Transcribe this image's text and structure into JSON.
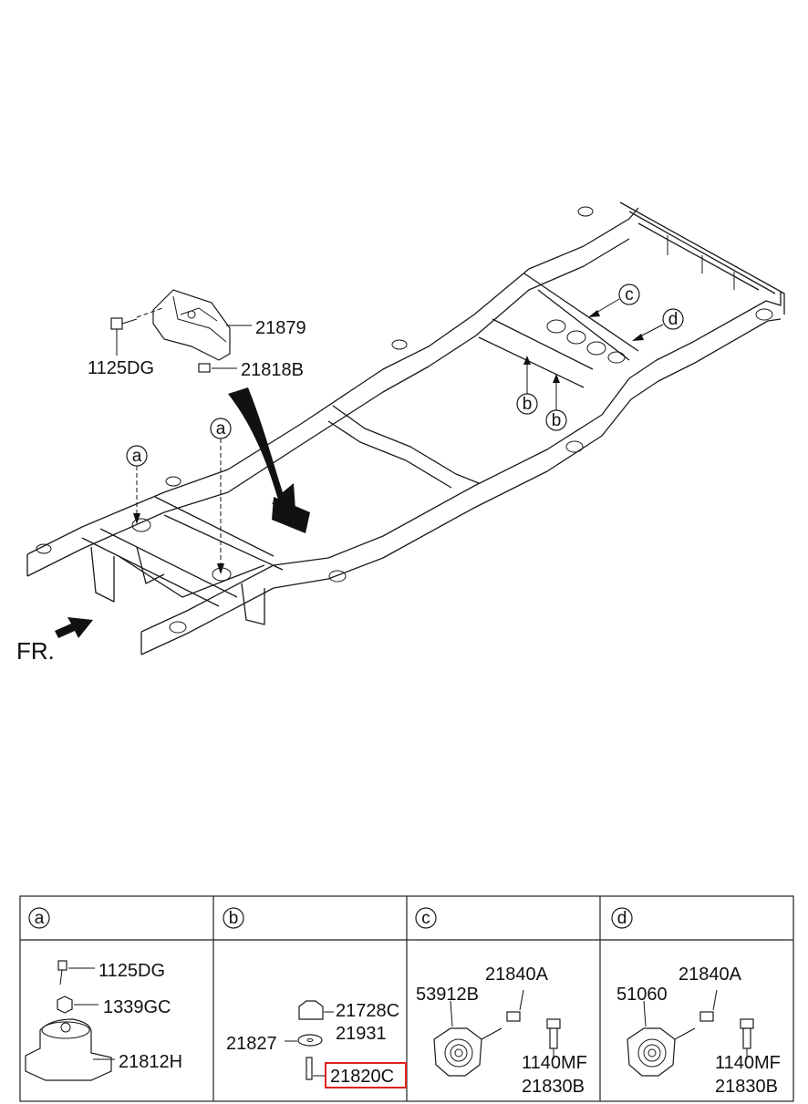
{
  "direction": {
    "label": "FR."
  },
  "callouts": {
    "a": "a",
    "b": "b",
    "c": "c",
    "d": "d"
  },
  "top_parts": {
    "bracket": "21879",
    "bolt": "1125DG",
    "nut": "21818B"
  },
  "table": {
    "headers": [
      "a",
      "b",
      "c",
      "d"
    ],
    "a": [
      "1125DG",
      "1339GC",
      "21812H"
    ],
    "b": [
      "21728C",
      "21931",
      "21827",
      "21820C"
    ],
    "c": [
      "53912B",
      "21840A",
      "1140MF",
      "21830B"
    ],
    "d": [
      "51060",
      "21840A",
      "1140MF",
      "21830B"
    ]
  },
  "highlight": {
    "part": "21820C",
    "color": "#e0201c"
  }
}
